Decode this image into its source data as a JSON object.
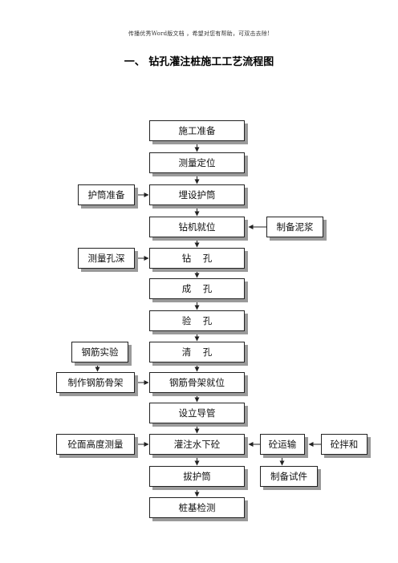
{
  "header_note": "传播优秀Word版文档 ，希望对您有帮助，可双击去除!",
  "title": "一、 钻孔灌注桩施工工艺流程图",
  "main_steps": {
    "prepare": "施工准备",
    "survey": "测量定位",
    "casing": "埋设护筒",
    "position": "钻机就位",
    "drill": "钻    孔",
    "hole": "成    孔",
    "inspect": "验    孔",
    "clean": "清    孔",
    "cage": "钢筋骨架就位",
    "conduit": "设立导管",
    "pour": "灌注水下砼",
    "pull": "拔护筒",
    "test": "桩基检测"
  },
  "side_steps": {
    "casing_prep": "护筒准备",
    "mud": "制备泥浆",
    "depth": "测量孔深",
    "rebar_test": "钢筋实验",
    "make_cage": "制作钢筋骨架",
    "level": "砼面高度测量",
    "transport": "砼运输",
    "mix": "砼拌和",
    "specimen": "制备试件"
  },
  "colors": {
    "line": "#222222",
    "shadow": "#9a9a9a"
  }
}
